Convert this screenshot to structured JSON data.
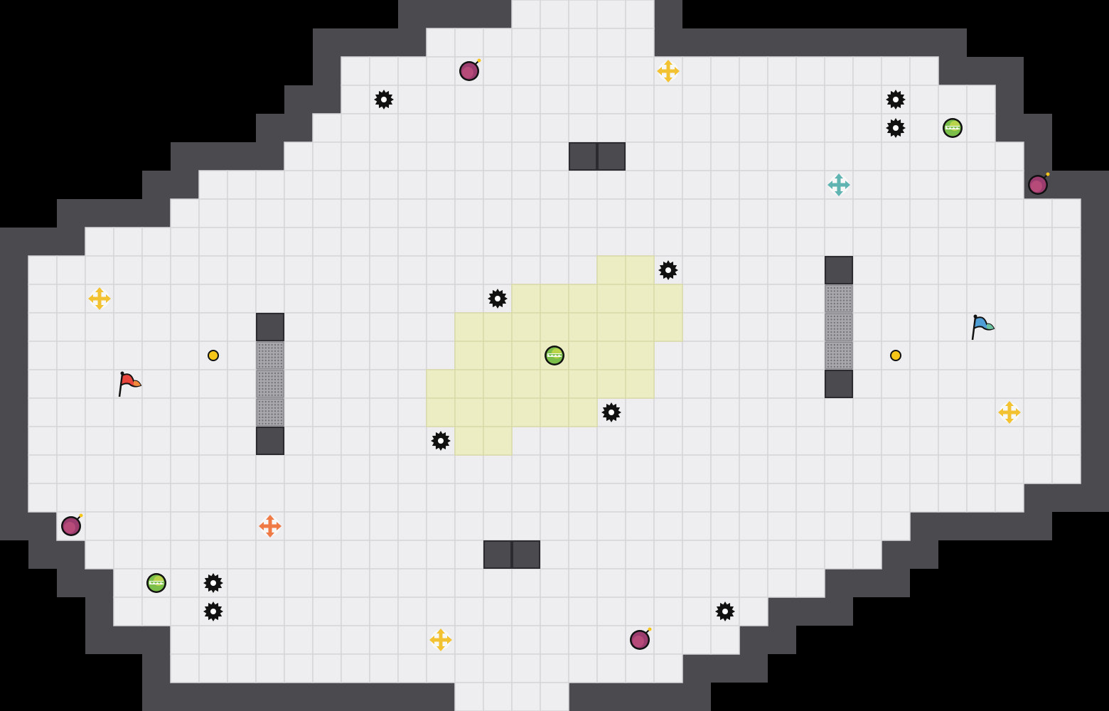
{
  "game": {
    "kind": "capture-the-flag arena map",
    "grid": {
      "cols": 39,
      "rows": 25
    },
    "colors": {
      "background": "#000000",
      "wall": "#4a4a4f",
      "wall_edge": "#2c2c30",
      "floor": "#eeeef0",
      "floor_line": "#d6d6da",
      "zone": "#ededc4",
      "zone_line": "#d9d9a8",
      "grate": "#8c8c90",
      "team_red": "#e8453c",
      "team_blue": "#4f9fd6",
      "boost_yellow": "#f2c230",
      "boost_orange": "#f07a45",
      "boost_teal": "#5fb3b0",
      "bomb": "#9b3c6e",
      "powerup": "#7bbf4a",
      "spike": "#111111",
      "button": "#f5c518"
    },
    "floor_rows": [
      [
        18,
        22
      ],
      [
        15,
        22
      ],
      [
        12,
        32
      ],
      [
        12,
        34
      ],
      [
        11,
        34
      ],
      [
        10,
        35
      ],
      [
        7,
        35
      ],
      [
        6,
        37
      ],
      [
        3,
        37
      ],
      [
        1,
        37
      ],
      [
        1,
        37
      ],
      [
        1,
        37
      ],
      [
        1,
        37
      ],
      [
        1,
        37
      ],
      [
        1,
        37
      ],
      [
        1,
        37
      ],
      [
        1,
        37
      ],
      [
        1,
        35
      ],
      [
        2,
        31
      ],
      [
        3,
        30
      ],
      [
        4,
        28
      ],
      [
        4,
        26
      ],
      [
        6,
        25
      ],
      [
        6,
        23
      ],
      [
        16,
        19
      ]
    ],
    "walls": [
      {
        "col": 9,
        "row": 11
      },
      {
        "col": 9,
        "row": 15
      },
      {
        "col": 29,
        "row": 9
      },
      {
        "col": 29,
        "row": 13
      },
      {
        "col": 20,
        "row": 5
      },
      {
        "col": 21,
        "row": 5
      },
      {
        "col": 17,
        "row": 19
      },
      {
        "col": 18,
        "row": 19
      }
    ],
    "gates": [
      {
        "col": 9,
        "row": 12
      },
      {
        "col": 9,
        "row": 13
      },
      {
        "col": 9,
        "row": 14
      },
      {
        "col": 29,
        "row": 10
      },
      {
        "col": 29,
        "row": 11
      },
      {
        "col": 29,
        "row": 12
      }
    ],
    "center_zone": [
      {
        "row": 9,
        "from": 21,
        "to": 22
      },
      {
        "row": 10,
        "from": 18,
        "to": 23
      },
      {
        "row": 11,
        "from": 16,
        "to": 23
      },
      {
        "row": 12,
        "from": 16,
        "to": 22
      },
      {
        "row": 13,
        "from": 15,
        "to": 22
      },
      {
        "row": 14,
        "from": 15,
        "to": 20
      },
      {
        "row": 15,
        "from": 16,
        "to": 17
      }
    ],
    "flags": [
      {
        "team": "red",
        "col": 4,
        "row": 13
      },
      {
        "team": "blue",
        "col": 34,
        "row": 11
      }
    ],
    "boosts": [
      {
        "kind": "yellow",
        "col": 23,
        "row": 2
      },
      {
        "kind": "yellow",
        "col": 3,
        "row": 10
      },
      {
        "kind": "yellow",
        "col": 35,
        "row": 14
      },
      {
        "kind": "yellow",
        "col": 15,
        "row": 22
      },
      {
        "kind": "teal",
        "col": 29,
        "row": 6
      },
      {
        "kind": "orange",
        "col": 9,
        "row": 18
      }
    ],
    "bombs": [
      {
        "col": 16,
        "row": 2
      },
      {
        "col": 36,
        "row": 6
      },
      {
        "col": 2,
        "row": 18
      },
      {
        "col": 22,
        "row": 22
      }
    ],
    "powerups": [
      {
        "col": 33,
        "row": 4
      },
      {
        "col": 19,
        "row": 12
      },
      {
        "col": 5,
        "row": 20
      }
    ],
    "spikes": [
      {
        "col": 13,
        "row": 3
      },
      {
        "col": 31,
        "row": 3
      },
      {
        "col": 31,
        "row": 4
      },
      {
        "col": 23,
        "row": 9
      },
      {
        "col": 17,
        "row": 10
      },
      {
        "col": 21,
        "row": 14
      },
      {
        "col": 15,
        "row": 15
      },
      {
        "col": 7,
        "row": 20
      },
      {
        "col": 7,
        "row": 21
      },
      {
        "col": 25,
        "row": 21
      }
    ],
    "buttons": [
      {
        "col": 7,
        "row": 12
      },
      {
        "col": 31,
        "row": 12
      }
    ]
  }
}
